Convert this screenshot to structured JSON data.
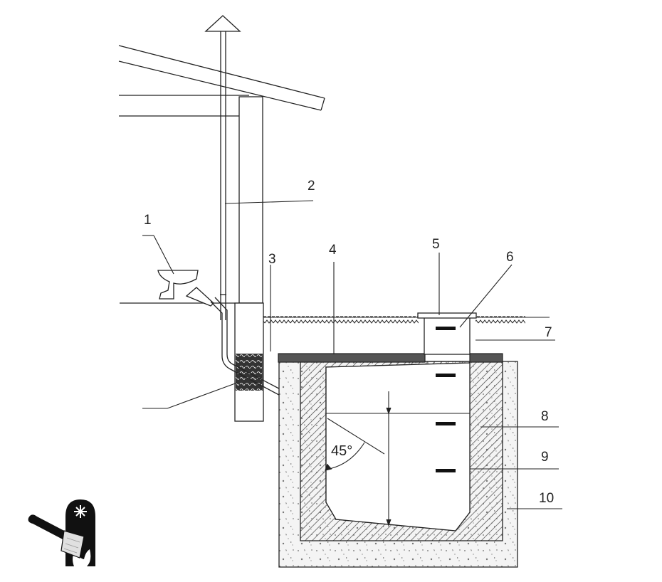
{
  "callouts": [
    {
      "id": "toilet",
      "label": "1"
    },
    {
      "id": "vent-pipe",
      "label": "2"
    },
    {
      "id": "outer-wall",
      "label": "3"
    },
    {
      "id": "cover-slab",
      "label": "4"
    },
    {
      "id": "hatch-frame",
      "label": "5"
    },
    {
      "id": "hatch-lid",
      "label": "6"
    },
    {
      "id": "ground-line",
      "label": "7"
    },
    {
      "id": "pit-wall",
      "label": "8"
    },
    {
      "id": "ladder-rung",
      "label": "9"
    },
    {
      "id": "clay-backfill",
      "label": "10"
    }
  ],
  "angle_label": "45°",
  "logo": {
    "name": "fire-brand-logo"
  },
  "colors": {
    "line": "#222222",
    "hatch": "#444444",
    "concrete_dot": "#888888",
    "seal": "#333333",
    "slab": "#555555"
  }
}
